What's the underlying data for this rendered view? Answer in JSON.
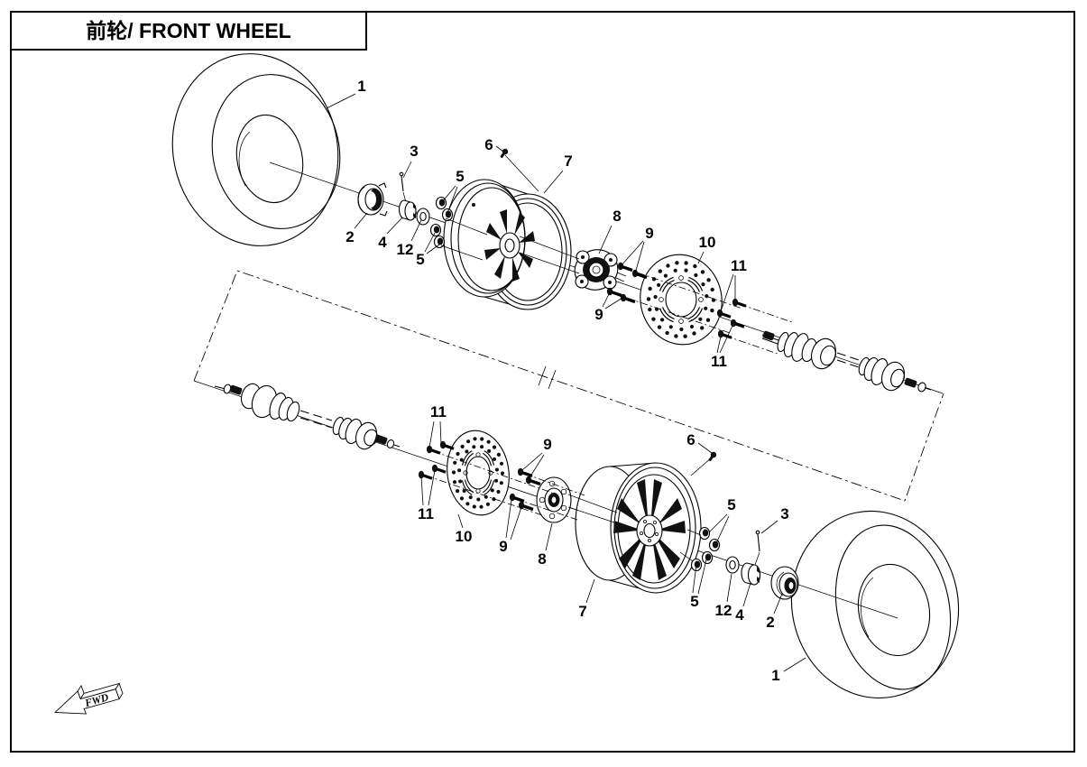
{
  "title": "前轮/ FRONT WHEEL",
  "fwd_marker": "FWD",
  "colors": {
    "line": "#000000",
    "background": "#ffffff"
  },
  "callouts": [
    {
      "part": "1"
    },
    {
      "part": "2"
    },
    {
      "part": "3"
    },
    {
      "part": "4"
    },
    {
      "part": "12"
    },
    {
      "part": "5"
    },
    {
      "part": "5"
    },
    {
      "part": "6"
    },
    {
      "part": "7"
    },
    {
      "part": "8"
    },
    {
      "part": "9"
    },
    {
      "part": "9"
    },
    {
      "part": "10"
    },
    {
      "part": "11"
    },
    {
      "part": "11"
    },
    {
      "part": "11"
    },
    {
      "part": "9"
    },
    {
      "part": "11"
    },
    {
      "part": "10"
    },
    {
      "part": "9"
    },
    {
      "part": "8"
    },
    {
      "part": "6"
    },
    {
      "part": "5"
    },
    {
      "part": "3"
    },
    {
      "part": "7"
    },
    {
      "part": "5"
    },
    {
      "part": "12"
    },
    {
      "part": "4"
    },
    {
      "part": "2"
    },
    {
      "part": "1"
    }
  ]
}
